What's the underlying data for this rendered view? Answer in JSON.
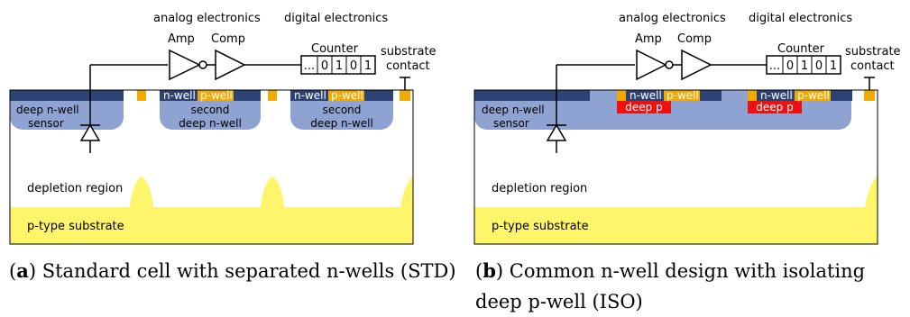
{
  "panel_a": {
    "analog_label": "analog electronics",
    "digital_label": "digital electronics",
    "amp_label": "Amp",
    "comp_label": "Comp",
    "counter_label": "Counter",
    "counter_cells": [
      "...",
      "0",
      "1",
      "0",
      "1"
    ],
    "substrate_contact_line1": "substrate",
    "substrate_contact_line2": "contact",
    "sensor_line1": "deep n-well",
    "sensor_line2": "sensor",
    "nwell": "n-well",
    "pwell": "p-well",
    "second_line1": "second",
    "second_line2": "deep n-well",
    "depletion": "depletion region",
    "substrate": "p-type substrate",
    "caption_letter": "a",
    "caption_text": "Standard cell with separated n-wells (STD)"
  },
  "panel_b": {
    "analog_label": "analog electronics",
    "digital_label": "digital electronics",
    "amp_label": "Amp",
    "comp_label": "Comp",
    "counter_label": "Counter",
    "counter_cells": [
      "...",
      "0",
      "1",
      "0",
      "1"
    ],
    "substrate_contact_line1": "substrate",
    "substrate_contact_line2": "contact",
    "sensor_line1": "deep n-well",
    "sensor_line2": "sensor",
    "nwell": "n-well",
    "pwell": "p-well",
    "deep_p": "deep p",
    "depletion": "depletion region",
    "substrate": "p-type substrate",
    "caption_letter": "b",
    "caption_line1": "Common n-well design with isolating",
    "caption_line2": "deep p-well (ISO)"
  },
  "colors": {
    "substrate": "#fff56b",
    "deep_nwell": "#8fa3d2",
    "dark_strip": "#2c4373",
    "pwell_orange": "#f2a900",
    "deep_p_red": "#ee1111",
    "outline": "#000000"
  }
}
